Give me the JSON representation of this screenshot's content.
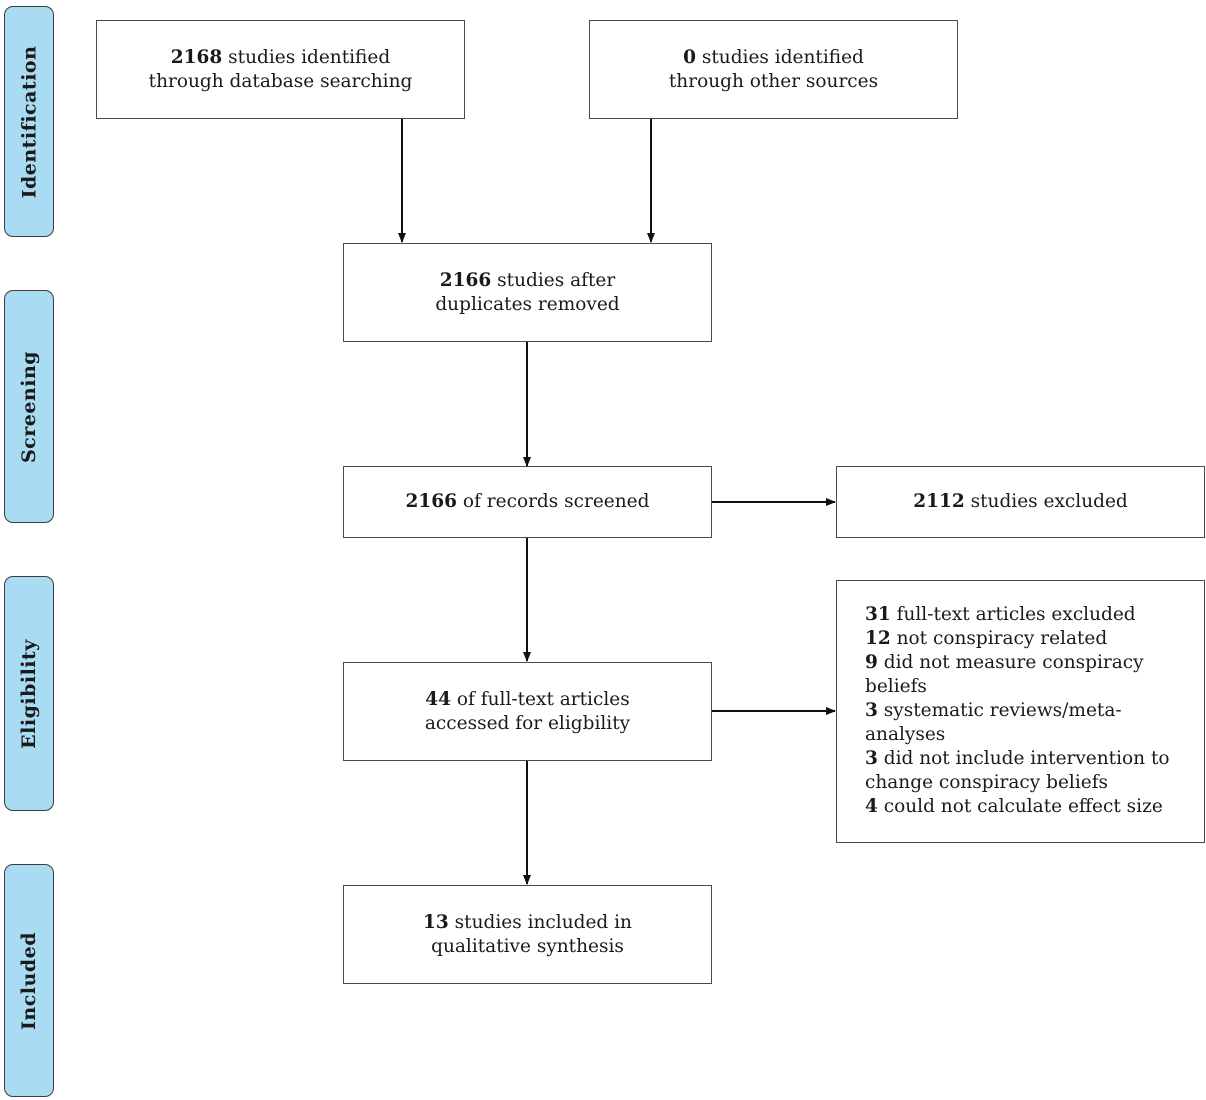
{
  "phases": {
    "identification": "Identification",
    "screening": "Screening",
    "eligibility": "Eligibility",
    "included": "Included"
  },
  "boxes": {
    "db_search": {
      "count": "2168",
      "text1": " studies identified",
      "text2": "through database searching"
    },
    "other_sources": {
      "count": "0",
      "text1": " studies identified",
      "text2": "through other sources"
    },
    "dedup": {
      "count": "2166",
      "text1": " studies after",
      "text2": "duplicates removed"
    },
    "screened": {
      "count": "2166",
      "text1": " of records screened"
    },
    "excluded": {
      "count": "2112",
      "text1": " studies excluded"
    },
    "fulltext": {
      "count": "44",
      "text1": " of full-text articles",
      "text2": "accessed for eligbility"
    },
    "included": {
      "count": "13",
      "text1": " studies included in",
      "text2": "qualitative synthesis"
    }
  },
  "fulltext_exclusions": {
    "total_count": "31",
    "total_text": " full-text articles excluded",
    "reasons": [
      {
        "count": "12",
        "text1": " not conspiracy related"
      },
      {
        "count": "9",
        "text1": " did not measure conspiracy",
        "text2": "beliefs"
      },
      {
        "count": "3",
        "text1": " systematic reviews/meta-",
        "text2": "analyses"
      },
      {
        "count": "3",
        "text1": " did not include intervention to",
        "text2": "change conspiracy beliefs"
      },
      {
        "count": "4",
        "text1": " could not calculate effect size"
      }
    ]
  },
  "colors": {
    "phase_fill": "#a9dcf2",
    "border": "#4a4a4a",
    "arrow": "#111111"
  }
}
